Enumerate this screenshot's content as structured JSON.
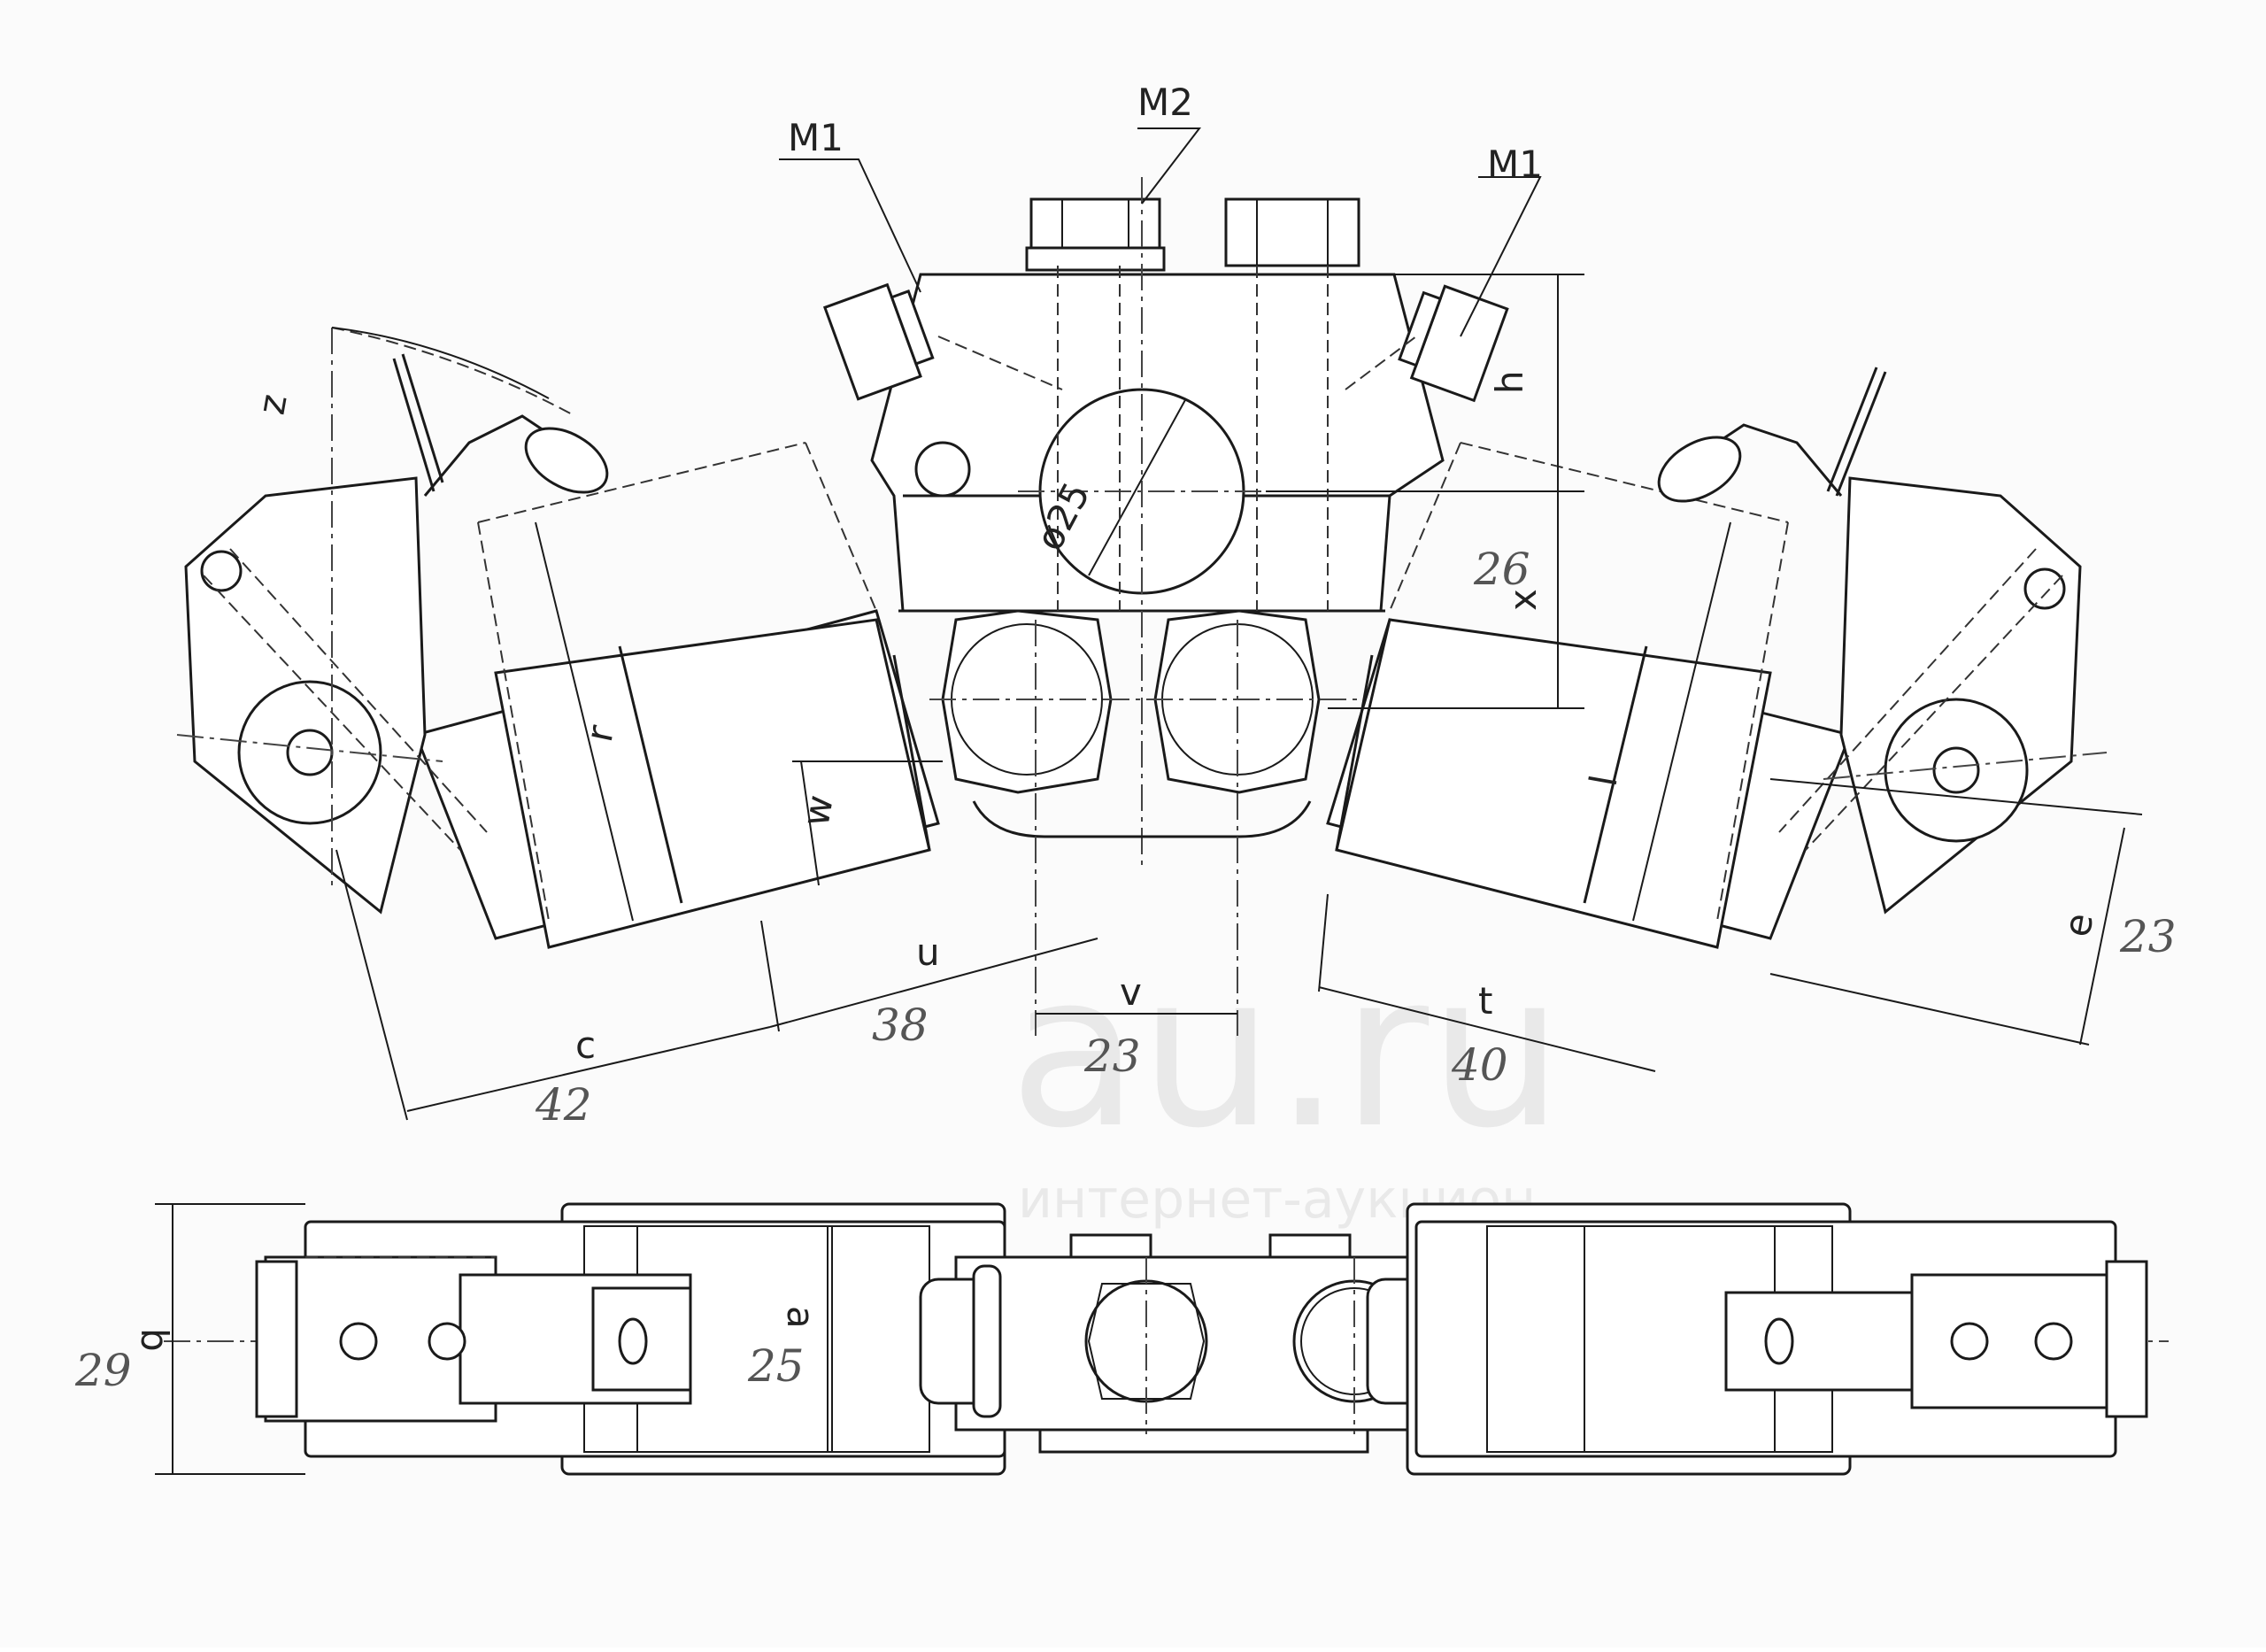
{
  "labels": {
    "m1_left": "M1",
    "m2": "M2",
    "m1_right": "M1",
    "h": "h",
    "x": "x",
    "z": "z",
    "r": "r",
    "w": "w",
    "u": "u",
    "v": "v",
    "c": "c",
    "l": "l",
    "t": "t",
    "e": "e",
    "b": "b",
    "a": "a",
    "d25": "ø25"
  },
  "handwritten": {
    "v26": "26",
    "v23_right": "23",
    "v38": "38",
    "v23_center": "23",
    "v42": "42",
    "v40": "40",
    "v29": "29",
    "v25": "25"
  },
  "watermark": {
    "site": "au.ru",
    "tagline": "интернет-аукцион"
  }
}
